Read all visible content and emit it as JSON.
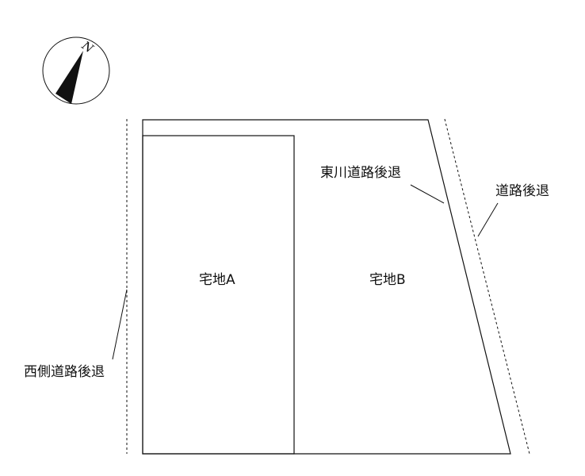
{
  "compass": {
    "north_label": "N"
  },
  "lots": {
    "lot_a": "宅地A",
    "lot_b": "宅地B"
  },
  "annotations": {
    "west_setback": "西側道路後退",
    "east_river_setback": "東川道路後退",
    "road_setback": "道路後退"
  },
  "colors": {
    "line": "#111111",
    "background": "#ffffff"
  }
}
